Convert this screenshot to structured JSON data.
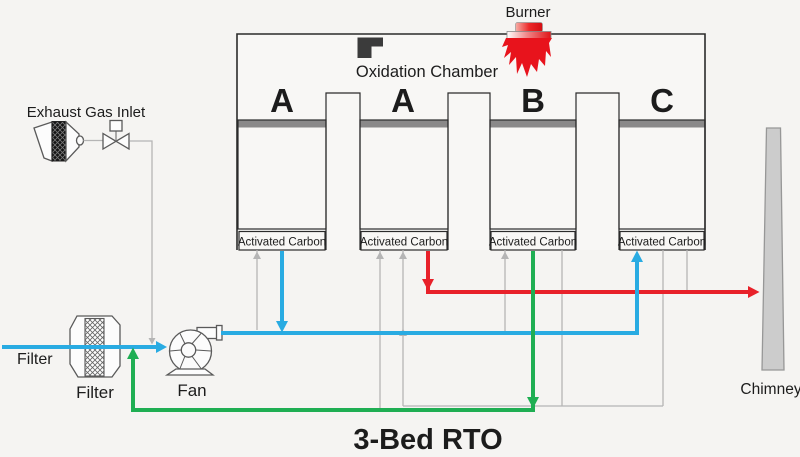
{
  "title": "3-Bed RTO",
  "labels": {
    "burner": "Burner",
    "oxidation_chamber": "Oxidation Chamber",
    "exhaust_gas_inlet": "Exhaust Gas Inlet",
    "inlet_line": "Filter",
    "filter": "Filter",
    "fan": "Fan",
    "chimney": "Chimney"
  },
  "beds": [
    {
      "letter": "A",
      "media_label": "Activated Carbon"
    },
    {
      "letter": "A",
      "media_label": "Activated Carbon"
    },
    {
      "letter": "B",
      "media_label": "Activated Carbon"
    },
    {
      "letter": "C",
      "media_label": "Activated Carbon"
    }
  ],
  "colors": {
    "fresh_air": "#29abe2",
    "exhaust": "#e8212a",
    "recirculation": "#1fae53",
    "idle_pipe": "#b5b5b5",
    "flame": "#e8131c"
  }
}
